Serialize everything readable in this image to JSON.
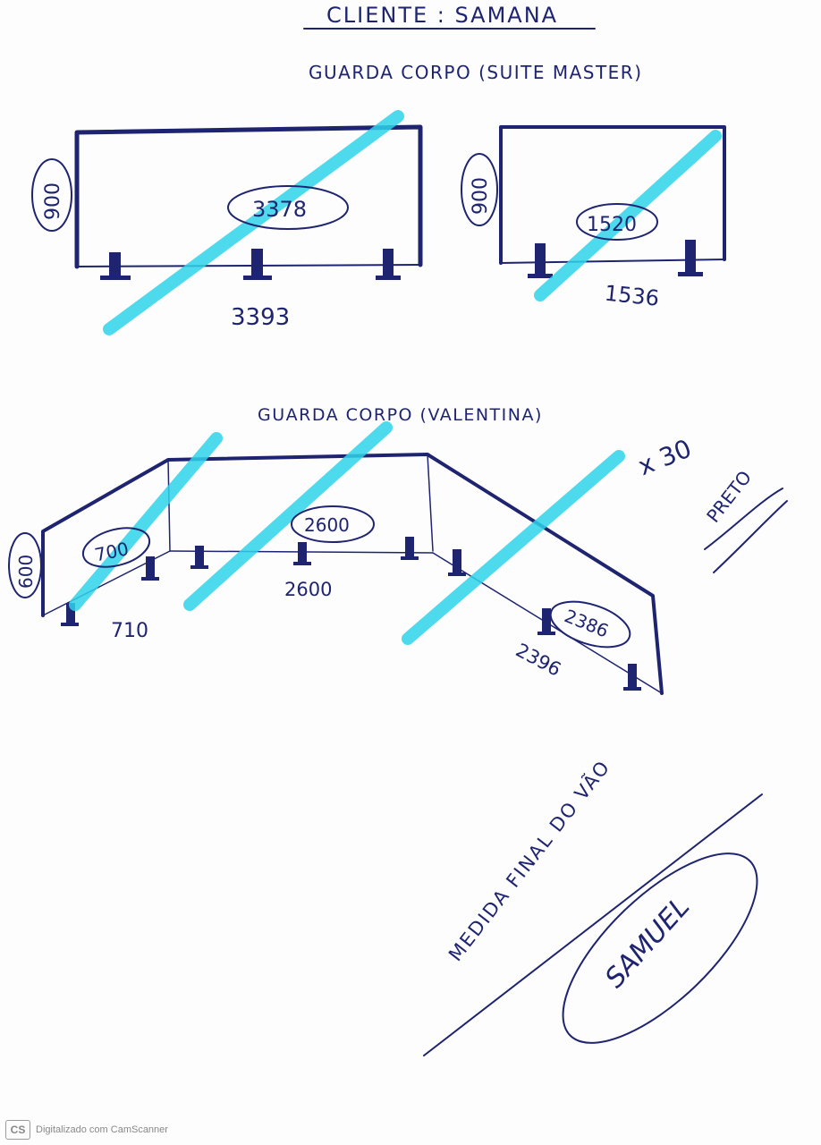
{
  "header": {
    "client_line": "CLIENTE : SAMANA"
  },
  "section1": {
    "title": "GUARDA CORPO (SUITE MASTER)",
    "panel_left": {
      "height_label": "900",
      "glass_label": "3378",
      "width_label": "3393"
    },
    "panel_right": {
      "height_label": "900",
      "glass_label": "1520",
      "width_label": "1536"
    }
  },
  "section2": {
    "title": "GUARDA CORPO (VALENTINA)",
    "height_label": "600",
    "left": {
      "glass_label": "700",
      "width_label": "710"
    },
    "center": {
      "glass_label": "2600",
      "width_label": "2600"
    },
    "right": {
      "glass_label": "2386",
      "width_label": "2396"
    },
    "note_qty": "x 30",
    "note_color": "PRETO"
  },
  "closing": {
    "statement": "MEDIDA FINAL DO VÃO",
    "signature": "SAMUEL"
  },
  "footer": {
    "logo_text": "CS",
    "scanner_text": "Digitalizado com CamScanner"
  },
  "colors": {
    "ink": "#1f2470",
    "highlighter": "#2fd3ea",
    "paper": "#fdfdfd"
  }
}
